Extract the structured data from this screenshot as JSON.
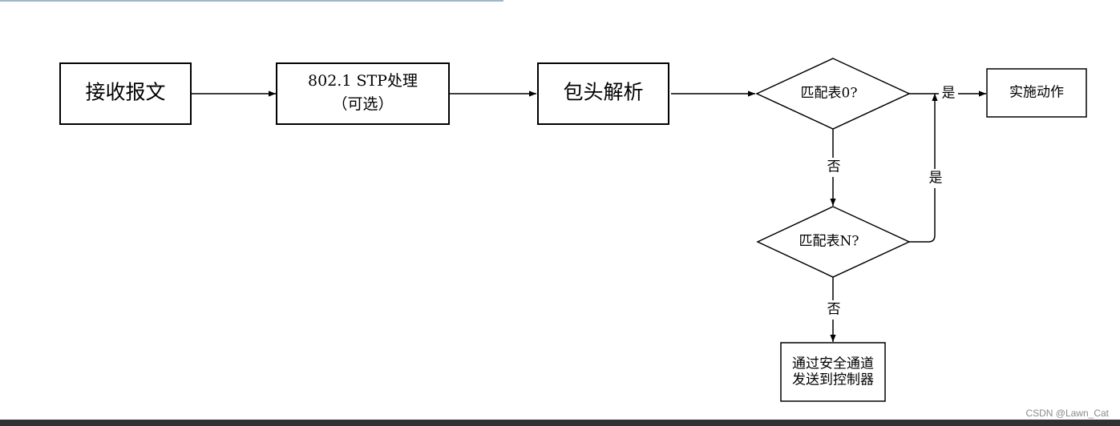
{
  "diagram": {
    "nodes": {
      "receive": "接收报文",
      "stp_line1": "802.1 STP处理",
      "stp_line2": "（可选）",
      "parse": "包头解析",
      "match0": "匹配表0?",
      "action": "实施动作",
      "matchN": "匹配表N?",
      "send_line1": "通过安全通道",
      "send_line2": "发送到控制器"
    },
    "edges": {
      "match0_yes": "是",
      "match0_no": "否",
      "matchN_yes": "是",
      "matchN_no": "否"
    }
  },
  "watermark": "CSDN @Lawn_Cat"
}
